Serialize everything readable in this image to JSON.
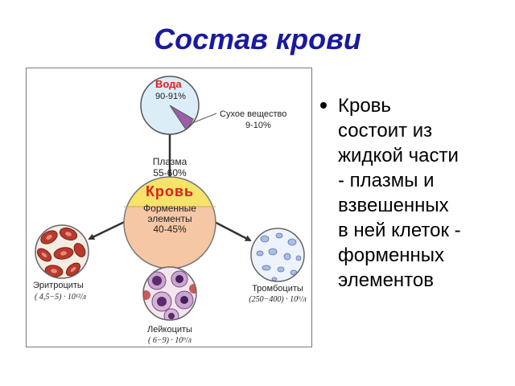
{
  "slide": {
    "title": "Состав крови",
    "bullet_lines": [
      "Кровь",
      "состоит из",
      "жидкой части",
      "- плазмы и",
      "взвешенных",
      "в ней клеток -",
      "форменных",
      "элементов"
    ]
  },
  "diagram": {
    "water": {
      "label": "Вода",
      "percent": "90-91%"
    },
    "dry_matter": {
      "label": "Сухое вещество",
      "percent": "9-10%"
    },
    "blood": {
      "plasma_label": "Плазма",
      "plasma_percent": "55-60%",
      "title": "Кровь",
      "formed_line1": "Форменные",
      "formed_line2": "элементы",
      "formed_percent": "40-45%"
    },
    "erythrocytes": {
      "label": "Эритроциты",
      "count": "( 4,5−5) · 10¹²/л"
    },
    "leukocytes": {
      "label": "Лейкоциты",
      "count": "( 6−9) · 10⁹/л"
    },
    "thrombocytes": {
      "label": "Тромбоциты",
      "count": "(250−400) · 10⁹/л"
    }
  },
  "colors": {
    "title": "#1a1a9c",
    "plasma_yellow": "#f6e36a",
    "formed_peach": "#f6c7a4",
    "blood_red": "#e01d1d",
    "water_blue": "#dbeef8",
    "dry_purple": "#9a5fa8"
  }
}
